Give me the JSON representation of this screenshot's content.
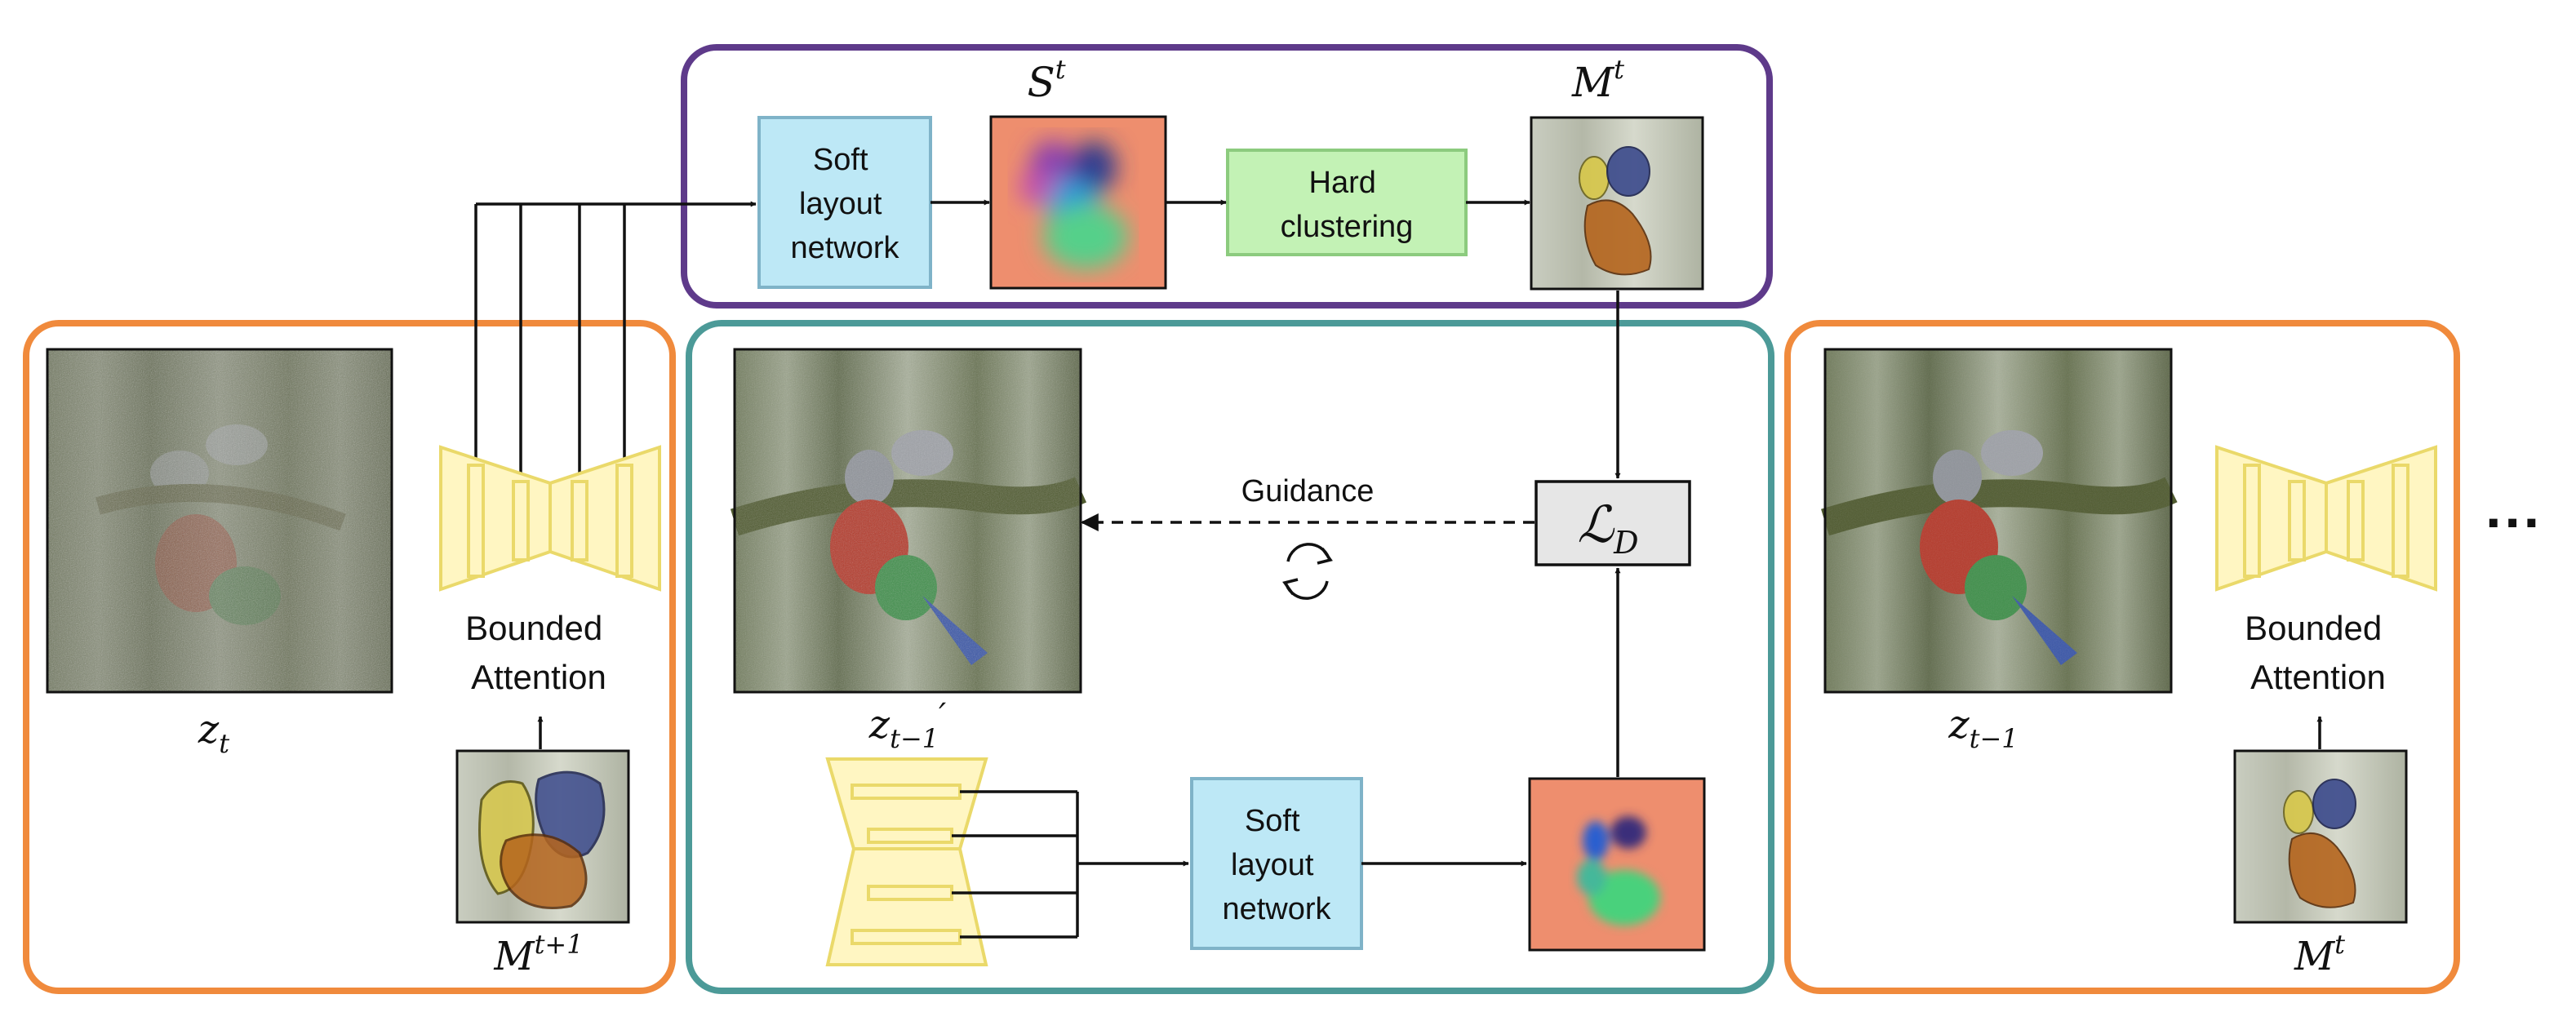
{
  "colors": {
    "orange_frame": "#F08A3C",
    "purple_frame": "#5E3A8A",
    "teal_frame": "#4C9A98",
    "soft_layout_fill": "#BDE8F6",
    "soft_layout_border": "#7FB3C8",
    "hard_clustering_fill": "#C3F2B5",
    "hard_clustering_border": "#8CCB7E",
    "loss_fill": "#E6E6E6",
    "unet_fill": "#FFF6C2",
    "unet_border": "#EAD96A",
    "layout_map_bg": "#EE8E6E",
    "forest_bg": "#9FA89B",
    "noise_bg": "#6E715F"
  },
  "blocks": {
    "soft_layout_top": [
      "Soft",
      "layout",
      "network"
    ],
    "hard_clustering": [
      "Hard",
      "clustering"
    ],
    "soft_layout_bottom": [
      "Soft",
      "layout",
      "network"
    ],
    "bounded_attention_left": [
      "Bounded",
      "Attention"
    ],
    "bounded_attention_right": [
      "Bounded",
      "Attention"
    ]
  },
  "labels": {
    "s_t": {
      "base": "S",
      "sup": "t"
    },
    "m_t_top": {
      "base": "M",
      "sup": "t"
    },
    "loss": {
      "base": "ℒ",
      "sub": "D"
    },
    "guidance": "Guidance",
    "z_t": {
      "base": "z",
      "sub": "t"
    },
    "m_t_plus_1": {
      "base": "M",
      "sup": "t+1"
    },
    "z_t_minus_1_prime": {
      "base": "z",
      "sub": "t−1",
      "prime": "′"
    },
    "z_t_minus_1": {
      "base": "z",
      "sub": "t−1"
    },
    "m_t_right": {
      "base": "M",
      "sup": "t"
    },
    "ellipsis": "···"
  },
  "icons": {
    "refresh": "refresh-cycle-icon",
    "unet": "unet-icon"
  }
}
